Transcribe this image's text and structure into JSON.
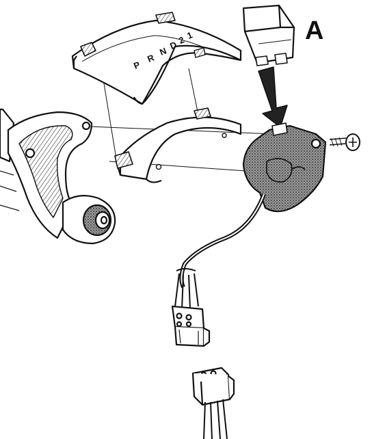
{
  "callout": {
    "label": "A"
  },
  "gear_indicator": {
    "letters": [
      "P",
      "R",
      "N",
      "D",
      "2",
      "1"
    ]
  },
  "colors": {
    "ink": "#111111",
    "paper": "#ffffff",
    "shade": "#bdbdbd",
    "dark_shade": "#555555"
  }
}
